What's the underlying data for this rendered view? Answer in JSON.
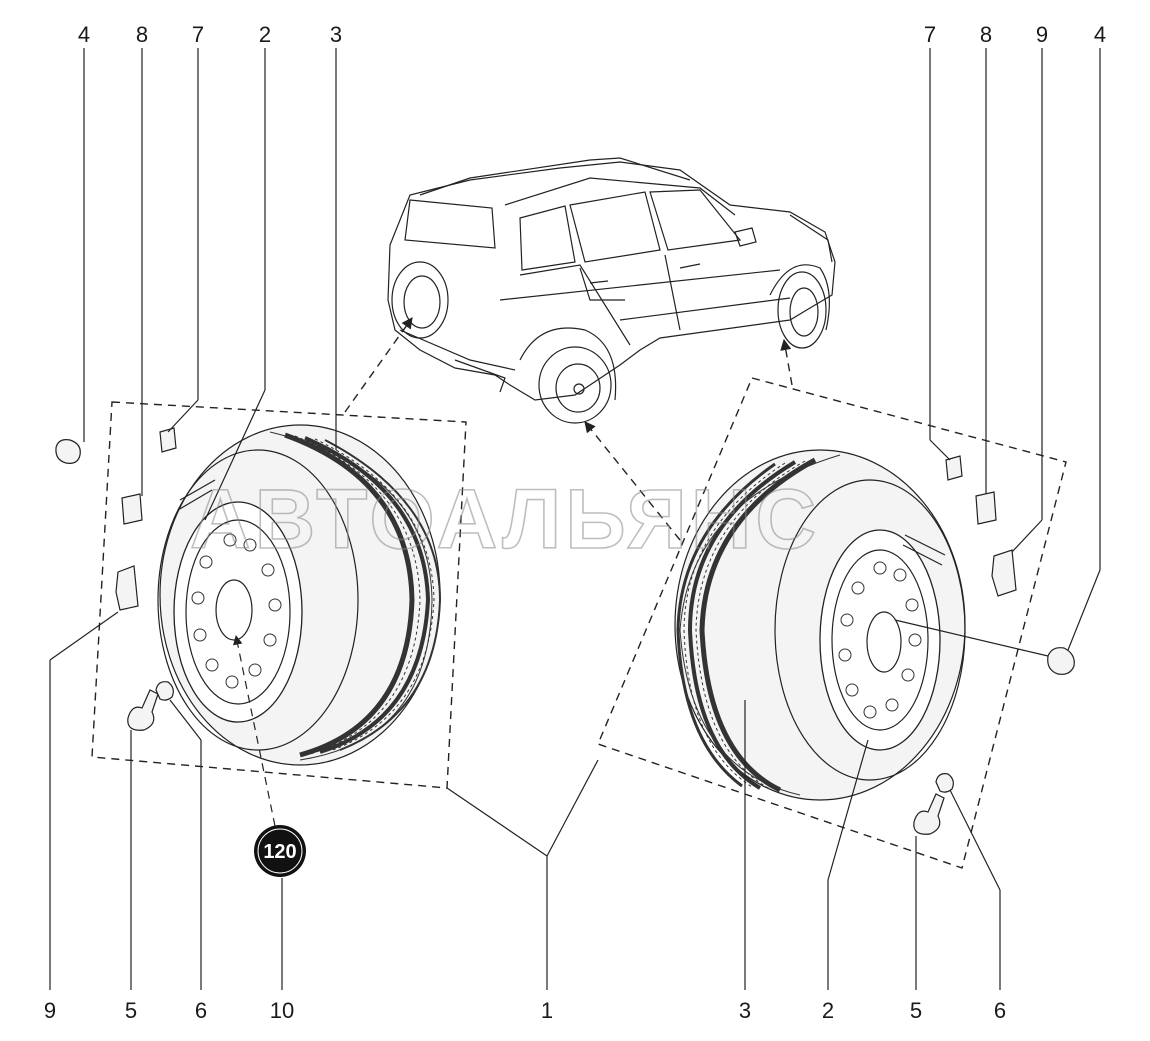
{
  "watermark": "АВТОАЛЬЯНС",
  "badge": {
    "text": "120"
  },
  "callouts": {
    "top_left": [
      "4",
      "8",
      "7",
      "2",
      "3"
    ],
    "top_right": [
      "7",
      "8",
      "9",
      "4"
    ],
    "bottom_left": [
      "9",
      "5",
      "6",
      "10"
    ],
    "bottom_center": "1",
    "bottom_right": [
      "3",
      "2",
      "5",
      "6"
    ]
  }
}
